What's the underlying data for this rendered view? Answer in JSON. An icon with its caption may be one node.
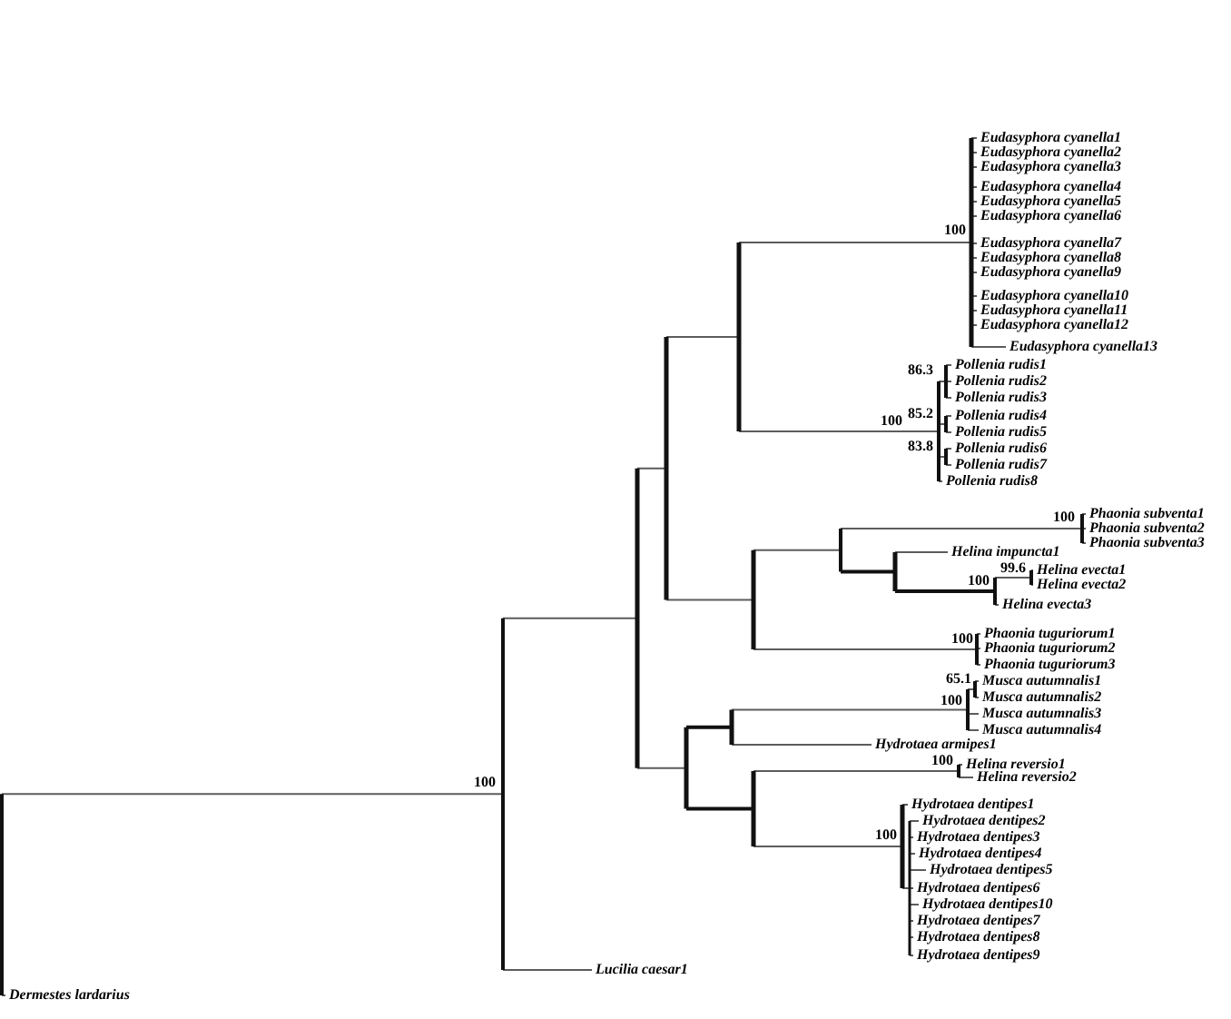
{
  "diagram": {
    "labels": [
      "100",
      "Eudasyphora cyanella1",
      "Eudasyphora cyanella2",
      "Eudasyphora cyanella3",
      "Eudasyphora cyanella4",
      "Eudasyphora cyanella5",
      "Eudasyphora cyanella6",
      "Eudasyphora cyanella7",
      "Eudasyphora cyanella8",
      "Eudasyphora cyanella9",
      "Eudasyphora cyanella10",
      "Eudasyphora cyanella11",
      "Eudasyphora cyanella12",
      "Eudasyphora cyanella13",
      "100",
      "86.3",
      "85.2",
      "83.8",
      "Pollenia rudis1",
      "Pollenia rudis2",
      "Pollenia rudis3",
      "Pollenia rudis4",
      "Pollenia rudis5",
      "Pollenia rudis6",
      "Pollenia rudis7",
      "Pollenia rudis8",
      "100",
      "Phaonia subventa1",
      "Phaonia subventa2",
      "Phaonia subventa3",
      "Helina impuncta1",
      "100",
      "99.6",
      "Helina evecta1",
      "Helina evecta2",
      "Helina evecta3",
      "100",
      "Phaonia tuguriorum1",
      "Phaonia tuguriorum2",
      "Phaonia tuguriorum3",
      "65.1",
      "100",
      "Musca autumnalis1",
      "Musca autumnalis2",
      "Musca autumnalis3",
      "Musca autumnalis4",
      "Hydrotaea armipes1",
      "100",
      "Helina reversio1",
      "Helina reversio2",
      "100",
      "Hydrotaea dentipes1",
      "Hydrotaea dentipes2",
      "Hydrotaea dentipes3",
      "Hydrotaea dentipes4",
      "Hydrotaea dentipes5",
      "Hydrotaea dentipes6",
      "Hydrotaea dentipes10",
      "Hydrotaea dentipes7",
      "Hydrotaea dentipes8",
      "Hydrotaea dentipes9",
      "100",
      "Lucilia caesar1",
      "Dermestes lardarius"
    ]
  }
}
